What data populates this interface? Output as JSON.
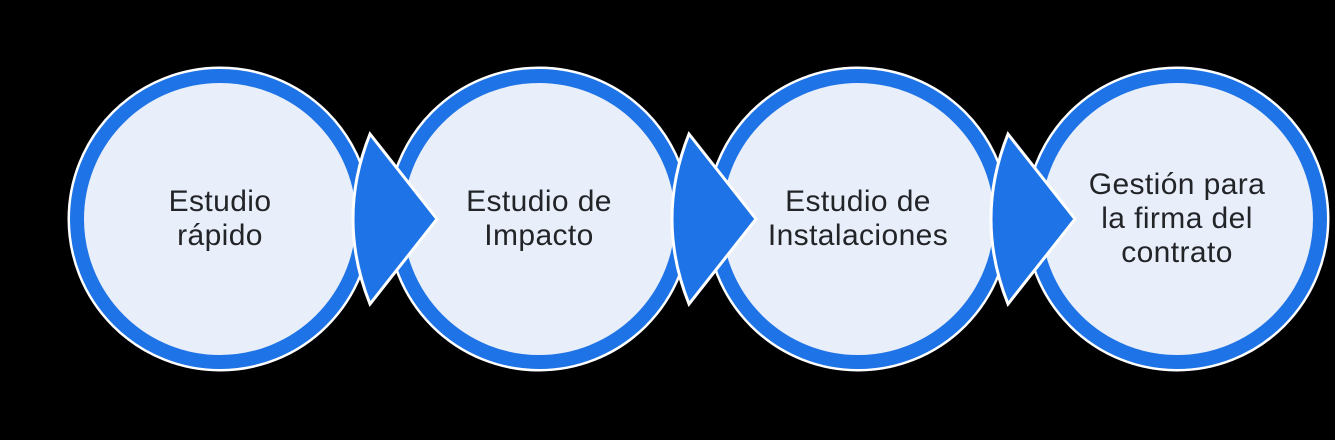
{
  "diagram": {
    "type": "process-flow",
    "step_count": 4,
    "steps": [
      {
        "label": "Estudio rápido",
        "lines": [
          "Estudio",
          "rápido"
        ]
      },
      {
        "label": "Estudio de Impacto",
        "lines": [
          "Estudio de",
          "Impacto"
        ]
      },
      {
        "label": "Estudio de Instalaciones",
        "lines": [
          "Estudio de",
          "Instalaciones"
        ]
      },
      {
        "label": "Gestión para la firma del contrato",
        "lines": [
          "Gestión para",
          "la firma del",
          "contrato"
        ]
      }
    ]
  },
  "colors": {
    "accent_blue": "#1E73E6",
    "circle_fill": "#E8EEFA",
    "outline_white": "#FFFFFF",
    "text": "#222428",
    "background": "#000000"
  }
}
